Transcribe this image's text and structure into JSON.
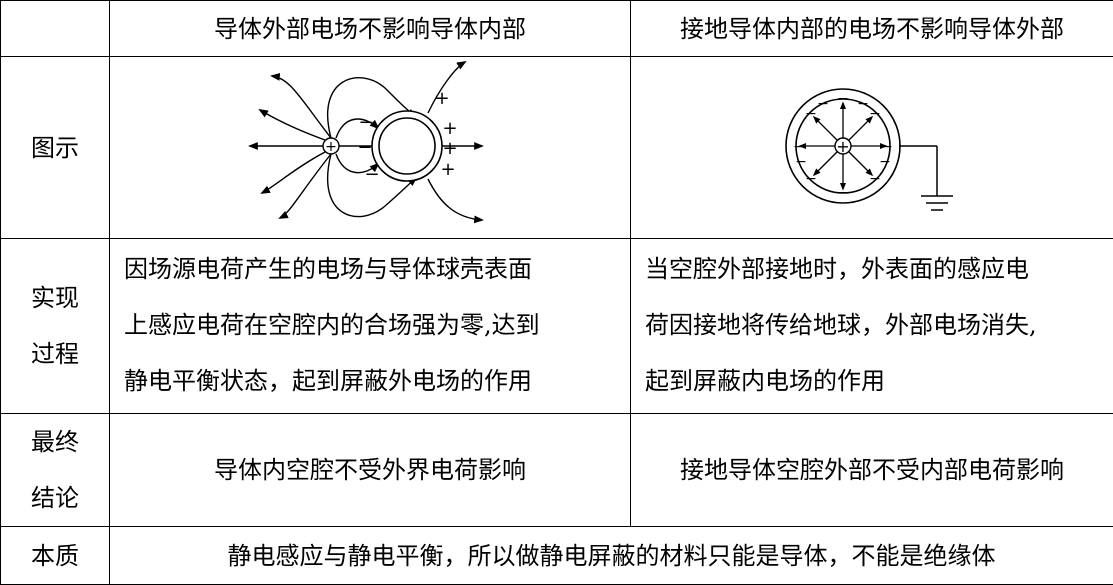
{
  "header": {
    "col1": "导体外部电场不影响导体内部",
    "col2": "接地导体内部的电场不影响导体外部"
  },
  "rows": {
    "diagram": {
      "label": "图示"
    },
    "process": {
      "label_line1": "实现",
      "label_line2": "过程",
      "col1_lines": [
        "因场源电荷产生的电场与导体球壳表面",
        "上感应电荷在空腔内的合场强为零,达到",
        "静电平衡状态，起到屏蔽外电场的作用"
      ],
      "col2_lines": [
        "当空腔外部接地时，外表面的感应电",
        "荷因接地将传给地球，外部电场消失,",
        "起到屏蔽内电场的作用"
      ]
    },
    "conclusion": {
      "label_line1": "最终",
      "label_line2": "结论",
      "col1": "导体内空腔不受外界电荷影响",
      "col2": "接地导体空腔外部不受内部电荷影响"
    },
    "essence": {
      "label": "本质",
      "text": "静电感应与静电平衡，所以做静电屏蔽的材料只能是导体，不能是绝缘体"
    }
  },
  "diagram_symbols": {
    "plus": "+",
    "minus": "−"
  }
}
